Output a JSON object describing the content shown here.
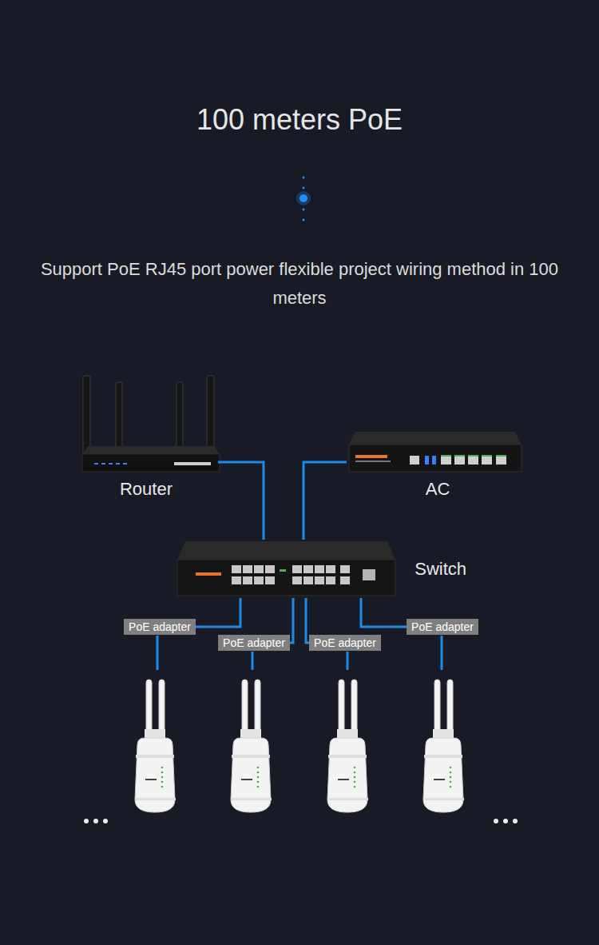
{
  "diagram": {
    "title": "100 meters PoE",
    "nodes": [
      {
        "text": [
          "Router"
        ]
      },
      {
        "text": [
          "AC"
        ]
      },
      {
        "text": [
          "Switch"
        ]
      },
      {
        "text": [
          "PoE adapter"
        ]
      },
      {
        "text": [
          "PoE adapter"
        ]
      },
      {
        "text": [
          "PoE adapter"
        ]
      },
      {
        "text": [
          "PoE adapter"
        ]
      }
    ],
    "edges": [
      {
        "from": 0,
        "to": 2,
        "arrow": "none"
      },
      {
        "from": 1,
        "to": 2,
        "arrow": "none"
      },
      {
        "from": 2,
        "to": 3,
        "arrow": "none"
      },
      {
        "from": 2,
        "to": 4,
        "arrow": "none"
      },
      {
        "from": 2,
        "to": 5,
        "arrow": "none"
      },
      {
        "from": 2,
        "to": 6,
        "arrow": "none"
      }
    ],
    "labels": [
      "Support PoE RJ45 port power flexible project wiring method in 100 meters"
    ]
  }
}
